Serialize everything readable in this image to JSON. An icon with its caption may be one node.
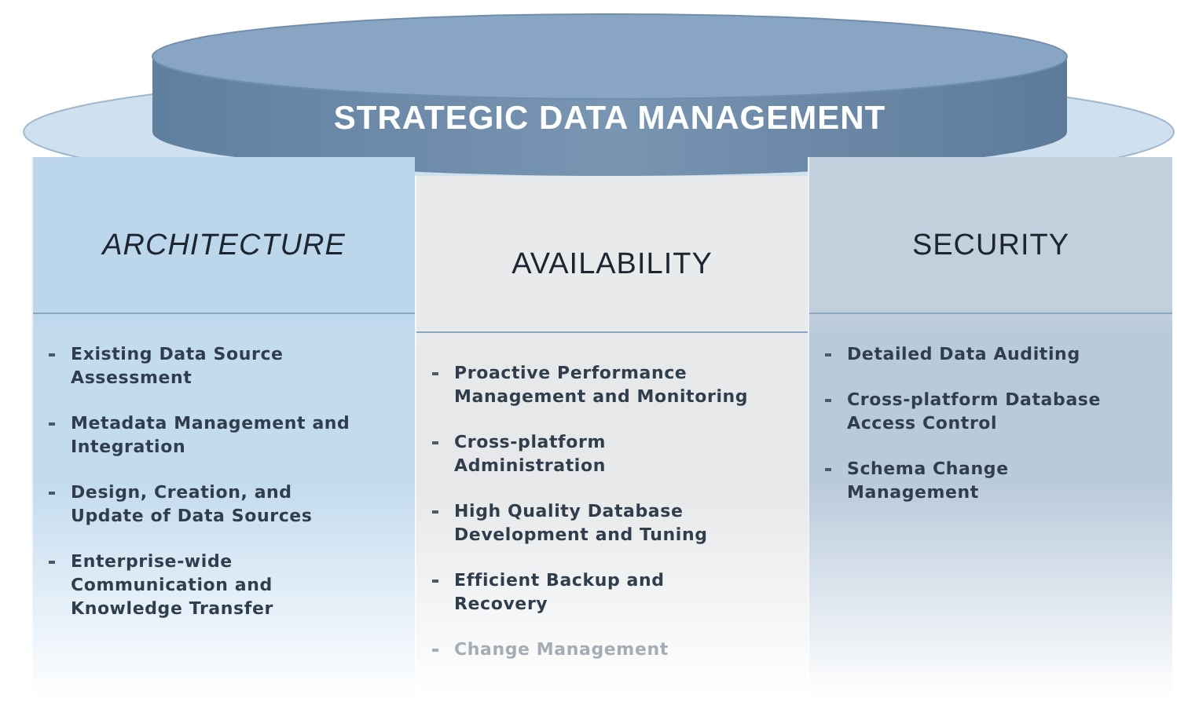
{
  "diagram": {
    "nodes": [
      {
        "text": [
          "STRATEGIC DATA MANAGEMENT"
        ]
      },
      {
        "text": [
          "ARCHITECTURE",
          "Existing Data Source Assessment",
          "Metadata Management and Integration",
          "Design, Creation, and Update of Data Sources",
          "Enterprise-wide Communication and Knowledge Transfer"
        ]
      },
      {
        "text": [
          "AVAILABILITY",
          "Proactive Performance Management and Monitoring",
          "Cross-platform Administration",
          "High Quality Database Development and Tuning",
          "Efficient Backup and Recovery",
          "Change Management"
        ]
      },
      {
        "text": [
          "SECURITY",
          "Detailed Data Auditing",
          "Cross-platform Database Access Control",
          "Schema Change Management"
        ]
      }
    ]
  }
}
